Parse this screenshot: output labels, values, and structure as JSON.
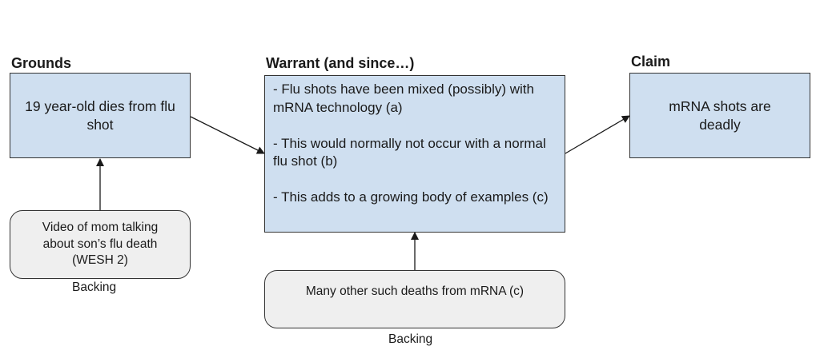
{
  "grounds": {
    "heading": "Grounds",
    "text": "19 year-old dies from flu shot",
    "backing": {
      "text": "Video of mom talking about son’s flu death (WESH 2)",
      "label": "Backing"
    }
  },
  "warrant": {
    "heading": "Warrant (and since…)",
    "points": [
      "- Flu shots have been mixed (possibly) with mRNA technology (a)",
      "- This would normally not occur with a normal flu shot (b)",
      "- This adds to a growing body of examples (c)"
    ],
    "backing": {
      "text": "Many other such deaths from mRNA (c)",
      "label": "Backing"
    }
  },
  "claim": {
    "heading": "Claim",
    "text": "mRNA shots are deadly"
  },
  "colors": {
    "box_fill": "#cfdff0",
    "backing_fill": "#efefef",
    "stroke": "#333333"
  }
}
